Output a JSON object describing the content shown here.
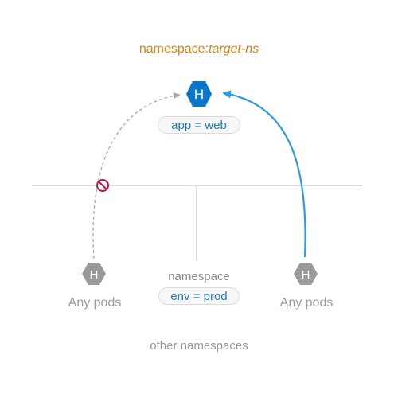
{
  "title": {
    "prefix": "namespace:",
    "name": "target-ns"
  },
  "target_pod": {
    "icon_letter": "H",
    "selector": "app = web",
    "color": "#0a75c9"
  },
  "left_pods": {
    "icon_letter": "H",
    "label": "Any pods",
    "connection": "blocked",
    "color": "#9a9a9a"
  },
  "right_pods": {
    "icon_letter": "H",
    "label": "Any pods",
    "connection": "allowed",
    "color": "#9a9a9a"
  },
  "namespace_selector": {
    "label": "namespace",
    "selector": "env = prod"
  },
  "other_namespaces_label": "other namespaces",
  "colors": {
    "title": "#d9821a",
    "allowed_arrow": "#2d9be3",
    "blocked_arrow": "#aaaaaa",
    "blocked_icon": "#c0143c",
    "divider": "#dcdcdc"
  }
}
